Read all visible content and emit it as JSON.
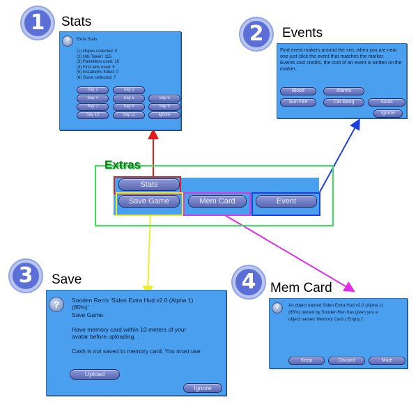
{
  "stats": {
    "number": "1",
    "title": "Stats",
    "dialog_title": "Extra Stats",
    "lines": [
      "(1) Hopes collected: 0",
      "(2) Hits Taken: 115",
      "(3) Painkillers used: 16",
      "(4) First aids used: 5",
      "(5) Elizabeths Killed: 0",
      "(6) Stove collected: 7"
    ],
    "buttons": [
      "Say 1",
      "Say 2",
      "Say 4",
      "Say 5",
      "Say 6",
      "Say 7",
      "Say 8",
      "Say 9",
      "Say 10",
      "Say 11",
      "Ignore"
    ]
  },
  "events": {
    "number": "2",
    "title": "Events",
    "text": "Find event makers around the sim, when you are near one just click the event that matches the marker.\n Events cost credits, the cost of an event is written on the marker.",
    "buttons": [
      "Blood",
      "Alarms",
      "Sun Fire",
      "Car Bang",
      "Souls",
      "Ignore"
    ]
  },
  "extras": {
    "label": "Extras",
    "buttons": {
      "stats": "Stats",
      "save_game": "Save Game",
      "mem_card": "Mem Card",
      "event": "Event"
    }
  },
  "save": {
    "number": "3",
    "title": "Save",
    "text": "Sooden Ren's 'Siden Extra Hud v2.0 (Alpha 1)\n(85%)'\nSave Game.\n\nHave memory card within 10 meters of your\navatar before uploading. .\n\nCash is not saved to memory card. You must use",
    "upload": "Upload",
    "ignore": "Ignore"
  },
  "mem_card": {
    "number": "4",
    "title": "Mem Card",
    "text": "An object named Siden Extra Hud v2.0 (Alpha 1)\n(85%) owned by Sooden Ren has given you a\nobject named 'Memory Card ( Empty )'.",
    "buttons": [
      "Keep",
      "Discard",
      "Mute"
    ]
  },
  "colors": {
    "dialog_bg": "#4aa0ee",
    "extras_frame": "#33e65a",
    "stats_box": "#e21c1c",
    "save_box": "#f0ee2c",
    "mem_box": "#d63ce0",
    "event_box": "#1e3fe0"
  }
}
